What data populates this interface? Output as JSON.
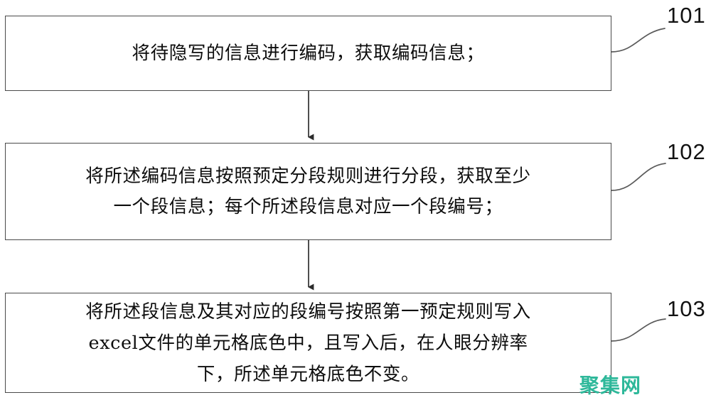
{
  "diagram": {
    "type": "flowchart",
    "orientation": "vertical",
    "steps": [
      {
        "ref": "101",
        "text": "将待隐写的信息进行编码，获取编码信息；"
      },
      {
        "ref": "102",
        "text": "将所述编码信息按照预定分段规则进行分段，获取至少\n一个段信息；每个所述段信息对应一个段编号；"
      },
      {
        "ref": "103",
        "text": "将所述段信息及其对应的段编号按照第一预定规则写入\nexcel文件的单元格底色中，且写入后，在人眼分辨率\n下，所述单元格底色不变。"
      }
    ]
  },
  "watermark": {
    "text": "聚集网",
    "color": "#2eb89a"
  },
  "colors": {
    "box_border": "#4a4a4a",
    "connector": "#3a3a3a",
    "text": "#0d0d0d",
    "background": "#ffffff"
  }
}
